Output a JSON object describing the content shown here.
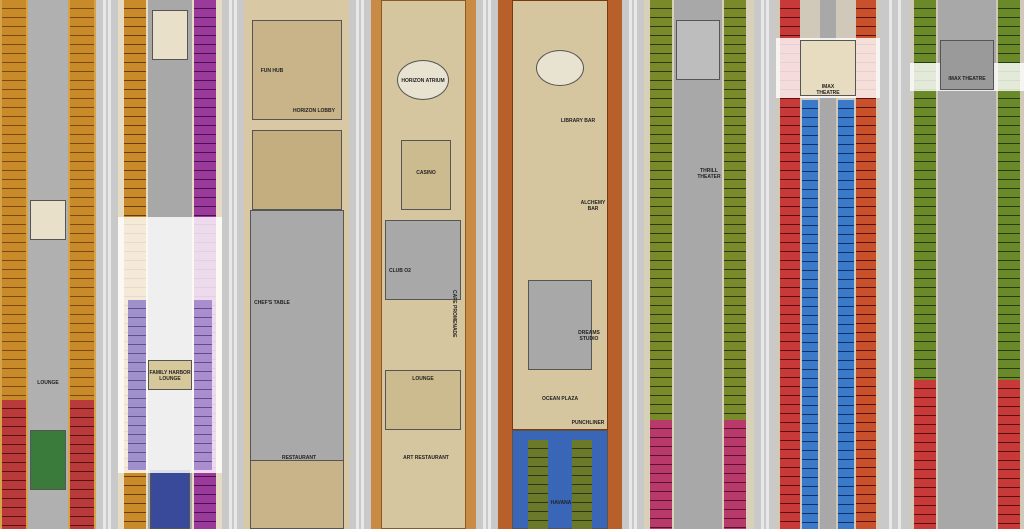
{
  "decks": [
    {
      "id": "d1",
      "labels": [
        "LOUNGE"
      ]
    },
    {
      "id": "d2",
      "labels": [
        "FAMILY HARBOR LOUNGE"
      ]
    },
    {
      "id": "d3",
      "labels": [
        "FUN HUB",
        "HORIZON LOBBY",
        "CHEF'S TABLE",
        "RESTAURANT"
      ]
    },
    {
      "id": "d4",
      "labels": [
        "HORIZON ATRIUM",
        "CASINO",
        "CLUB O2",
        "LOUNGE",
        "ART RESTAURANT",
        "CAFE PROMENADE"
      ]
    },
    {
      "id": "d5",
      "labels": [
        "LIBRARY BAR",
        "ALCHEMY BAR",
        "DREAMS STUDIO",
        "OCEAN PLAZA",
        "PUNCHLINER",
        "HAVANA"
      ]
    },
    {
      "id": "d6",
      "labels": [
        "THRILL THEATER"
      ]
    },
    {
      "id": "d7",
      "labels": [
        "IMAX THEATRE"
      ]
    },
    {
      "id": "d8",
      "labels": [
        "IMAX THEATRE"
      ]
    }
  ],
  "colors": {
    "orange": "#c98a2a",
    "purple": "#8a3a8a",
    "blue": "#3a66b8",
    "green": "#4a7a2a",
    "red": "#b83a3a",
    "pink": "#d4608a",
    "tan": "#c9b48a",
    "yellow": "#d8c24a",
    "teal": "#3a8a8a"
  }
}
